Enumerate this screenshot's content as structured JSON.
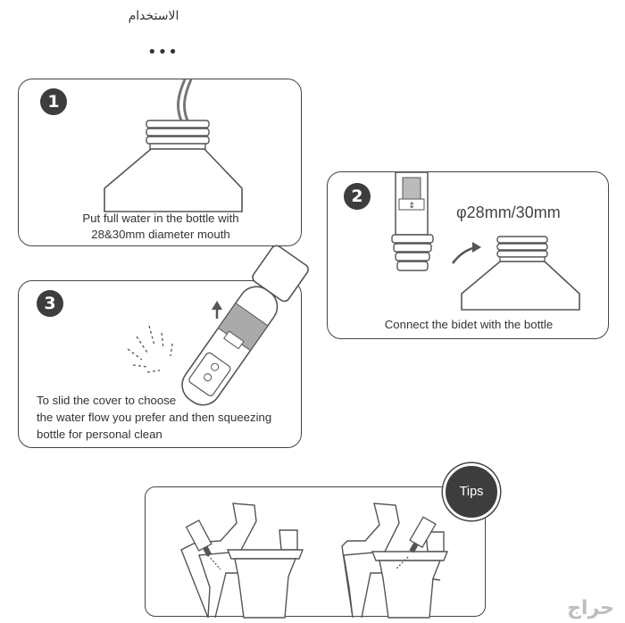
{
  "header": {
    "title": "الاستخدام",
    "more": "•••"
  },
  "steps": [
    {
      "number": "1",
      "caption_line1": "Put full water in the bottle with",
      "caption_line2": "28&30mm diameter mouth"
    },
    {
      "number": "2",
      "diameter": "φ28mm/30mm",
      "caption": "Connect the bidet with the bottle"
    },
    {
      "number": "3",
      "caption_line1": "To slid the cover to choose",
      "caption_line2": "the water flow you prefer and then squeezing",
      "caption_line3": "bottle for personal clean"
    }
  ],
  "tips": {
    "label": "Tips"
  },
  "watermark": "حراج"
}
